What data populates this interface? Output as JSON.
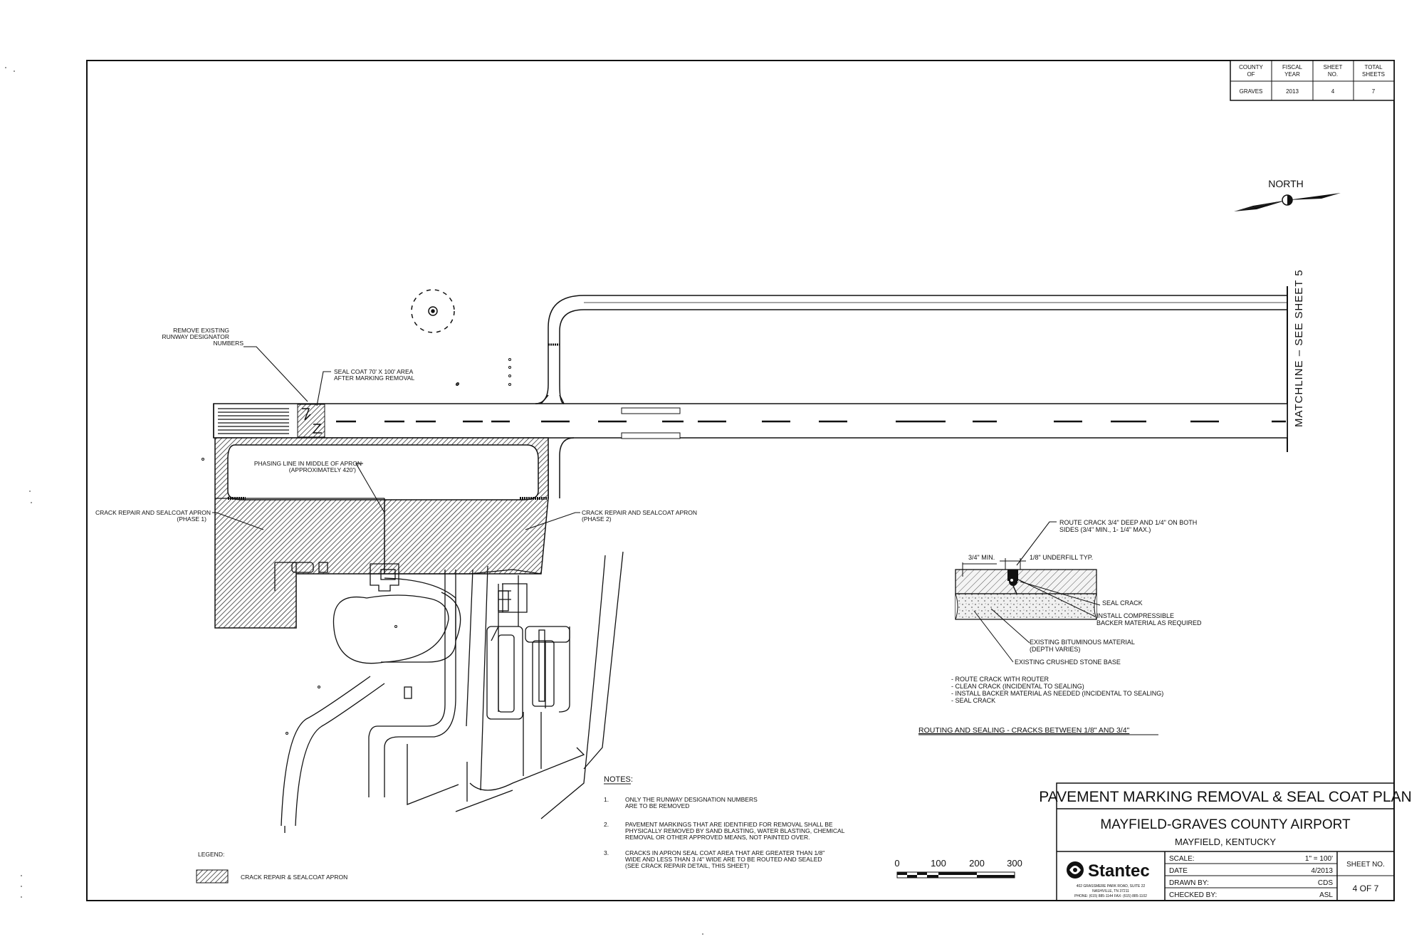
{
  "title_block": {
    "headers": [
      "COUNTY OF",
      "FISCAL YEAR",
      "SHEET NO.",
      "TOTAL SHEETS"
    ],
    "values": [
      "GRAVES",
      "2013",
      "4",
      "7"
    ]
  },
  "north_arrow": {
    "label": "NORTH",
    "icon": "north-arrow-icon"
  },
  "matchline": {
    "label": "MATCHLINE – SEE SHEET 5"
  },
  "callouts": {
    "remove_designator": [
      "REMOVE EXISTING",
      "RUNWAY DESIGNATOR",
      "NUMBERS"
    ],
    "seal_coat_area": [
      "SEAL COAT 70' X 100' AREA",
      "AFTER MARKING REMOVAL"
    ],
    "phasing_line": [
      "PHASING LINE IN MIDDLE OF APRON",
      "(APPROXIMATELY 420')"
    ],
    "crack_repair_phase1": [
      "CRACK REPAIR AND SEALCOAT APRON",
      "(PHASE 1)"
    ],
    "crack_repair_phase2": [
      "CRACK REPAIR AND SEALCOAT APRON",
      "(PHASE 2)"
    ]
  },
  "detail": {
    "route_crack": [
      "ROUTE CRACK 3/4\" DEEP AND 1/4\" ON BOTH",
      "SIDES (3/4\" MIN., 1- 1/4\" MAX.)"
    ],
    "min_depth": "3/4\" MIN.",
    "underfill": "1/8\" UNDERFILL TYP.",
    "seal_crack": "SEAL CRACK",
    "backer": [
      "INSTALL COMPRESSIBLE",
      "BACKER MATERIAL AS REQUIRED"
    ],
    "bituminous": [
      "EXISTING BITUMINOUS MATERIAL",
      "(DEPTH VARIES)"
    ],
    "stone_base": "EXISTING CRUSHED STONE BASE",
    "steps": [
      "- ROUTE CRACK WITH ROUTER",
      "- CLEAN CRACK (INCIDENTAL TO SEALING)",
      "- INSTALL BACKER MATERIAL AS NEEDED (INCIDENTAL TO SEALING)",
      "- SEAL CRACK"
    ],
    "title": "ROUTING AND SEALING - CRACKS BETWEEN 1/8\" AND 3/4\""
  },
  "notes": {
    "heading": "NOTES:",
    "items": [
      {
        "num": "1.",
        "lines": [
          "ONLY THE RUNWAY DESIGNATION NUMBERS",
          "ARE TO BE REMOVED"
        ]
      },
      {
        "num": "2.",
        "lines": [
          "PAVEMENT MARKINGS THAT ARE IDENTIFIED FOR REMOVAL SHALL BE",
          "PHYSICALLY REMOVED BY SAND BLASTING, WATER BLASTING, CHEMICAL",
          "REMOVAL OR OTHER APPROVED MEANS, NOT PAINTED OVER."
        ]
      },
      {
        "num": "3.",
        "lines": [
          "CRACKS IN APRON SEAL COAT AREA THAT ARE GREATER THAN 1/8\"",
          "WIDE AND LESS THAN 3 /4\" WIDE ARE TO BE ROUTED AND SEALED",
          "(SEE CRACK REPAIR DETAIL, THIS SHEET)"
        ]
      }
    ]
  },
  "legend": {
    "heading": "LEGEND:",
    "item": "CRACK REPAIR & SEALCOAT APRON"
  },
  "scale_bar": {
    "labels": [
      "0",
      "100",
      "200",
      "300"
    ]
  },
  "sheet_info": {
    "plan_title": "PAVEMENT MARKING REMOVAL & SEAL COAT PLAN",
    "airport": "MAYFIELD-GRAVES COUNTY AIRPORT",
    "location": "MAYFIELD, KENTUCKY",
    "firm": "Stantec",
    "firm_address": [
      "402 GRASSMERE PARK ROAD, SUITE 22",
      "NASHVILLE, TN 37211",
      "PHONE: (615) 885-1144    FAX: (615) 885-1102"
    ],
    "rows": [
      {
        "label": "SCALE:",
        "value": "1\" = 100'"
      },
      {
        "label": "DATE",
        "value": "4/2013"
      },
      {
        "label": "DRAWN BY:",
        "value": "CDS"
      },
      {
        "label": "CHECKED BY:",
        "value": "ASL"
      }
    ],
    "sheet_no_label": "SHEET NO.",
    "sheet_no": "4 OF 7"
  },
  "colors": {
    "ink": "#111111",
    "paper": "#ffffff"
  }
}
